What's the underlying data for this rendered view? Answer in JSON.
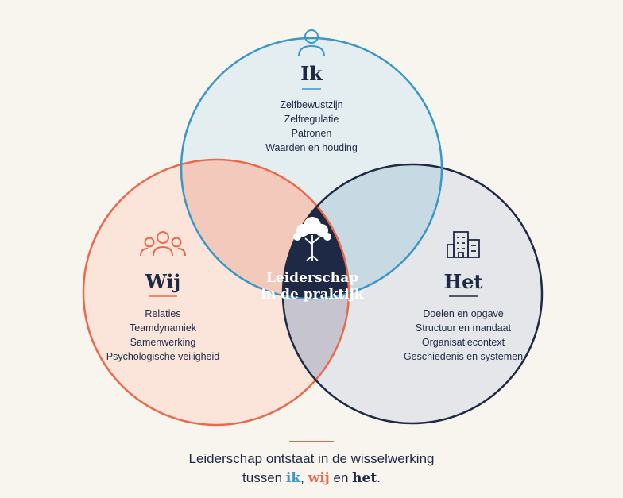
{
  "colors": {
    "ik": "#3b97c6",
    "wij": "#e9694a",
    "het": "#1f2a44",
    "background": "#f8f4ee",
    "center": "#1e2a45"
  },
  "ik": {
    "icon": "person-icon",
    "title": "Ik",
    "items": [
      "Zelfbewustzijn",
      "Zelfregulatie",
      "Patronen",
      "Waarden en houding"
    ]
  },
  "wij": {
    "icon": "group-icon",
    "title": "Wij",
    "items": [
      "Relaties",
      "Teamdynamiek",
      "Samenwerking",
      "Psychologische veiligheid"
    ]
  },
  "het": {
    "icon": "buildings-icon",
    "title": "Het",
    "items": [
      "Doelen en opgave",
      "Structuur en mandaat",
      "Organisatiecontext",
      "Geschiedenis en systemen"
    ]
  },
  "center": {
    "icon": "tree-icon",
    "line1": "Leiderschap",
    "line2": "in de praktijk"
  },
  "caption": {
    "line1": "Leiderschap ontstaat in de wisselwerking",
    "pre": "tussen ",
    "ik": "ik",
    "comma": ", ",
    "wij": "wij",
    "and": " en ",
    "het": "het",
    "end": "."
  }
}
